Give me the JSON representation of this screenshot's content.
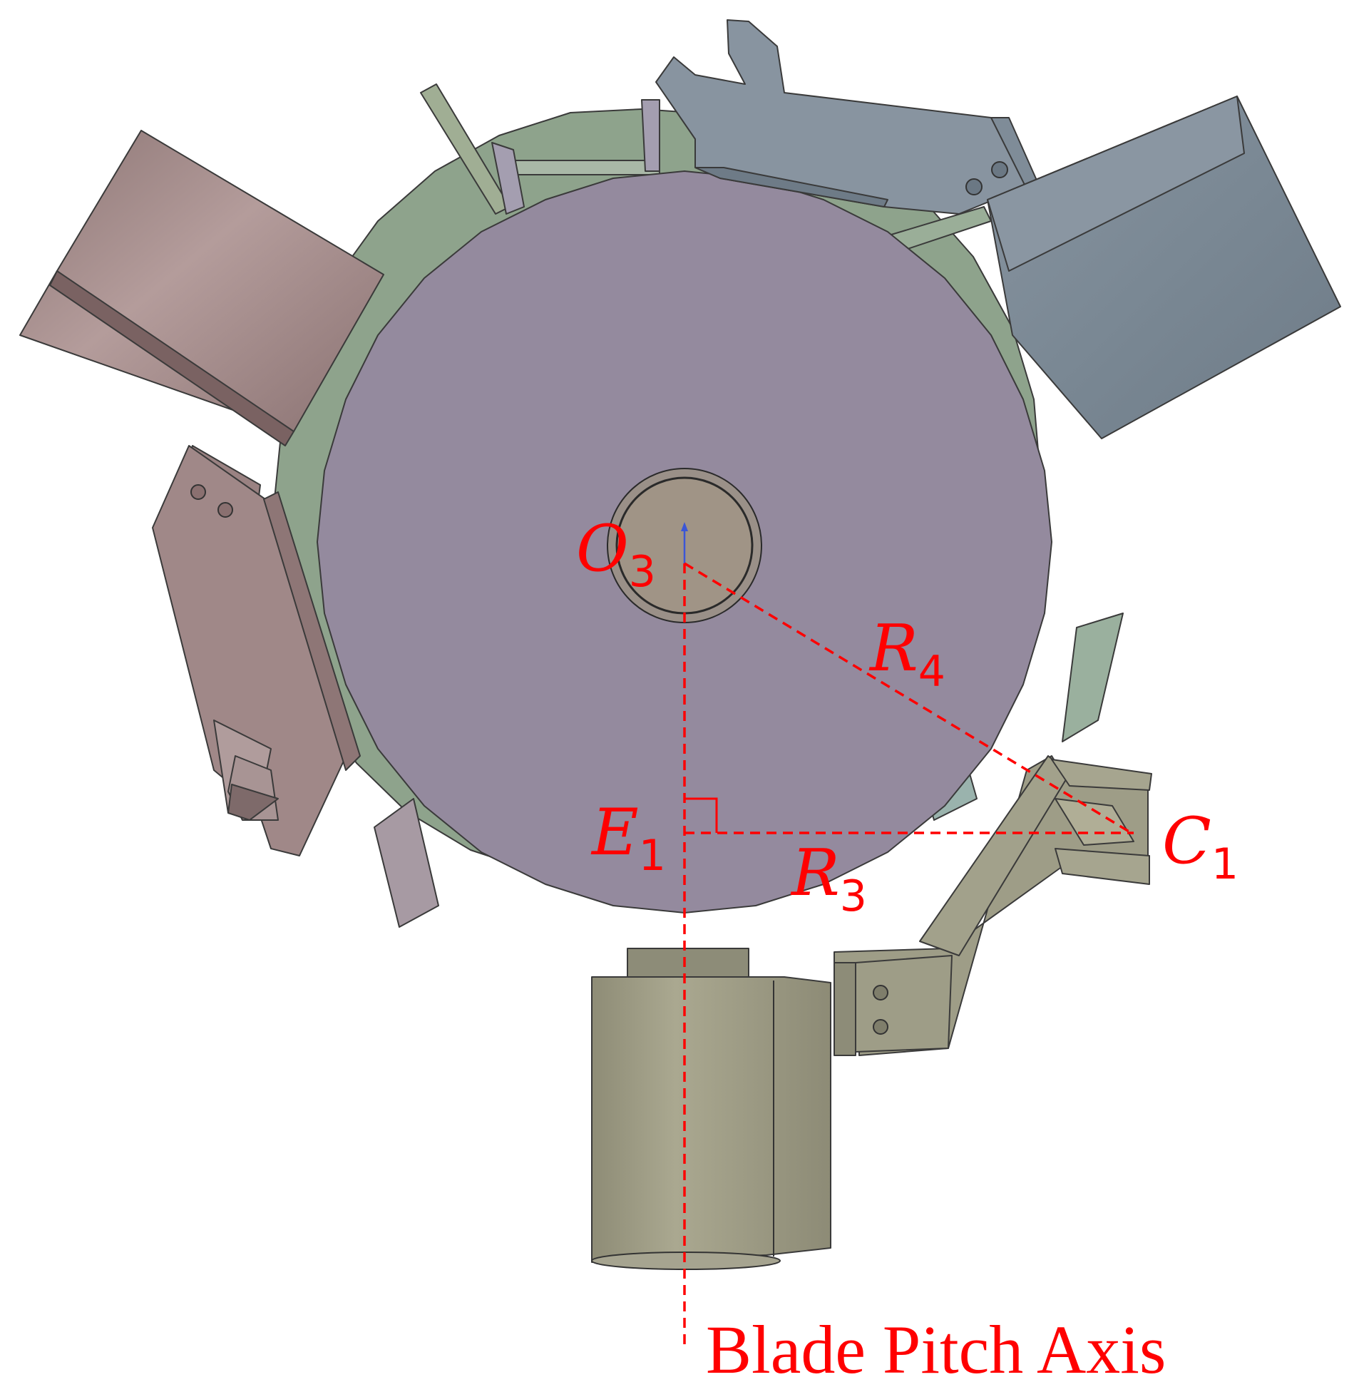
{
  "colors": {
    "annotation": "#ff0000",
    "hub_disc": "#948a9e",
    "outer_ring": "#8ea38c",
    "arm_pink": "#9e8788",
    "arm_blue": "#7f8d99",
    "arm_olive": "#9e9d87",
    "center_boss": "#9a9088"
  },
  "labels": {
    "center": {
      "main": "O",
      "sub": "3"
    },
    "radius_outer": {
      "main": "R",
      "sub": "4"
    },
    "foot": {
      "main": "E",
      "sub": "1"
    },
    "radius_perp": {
      "main": "R",
      "sub": "3"
    },
    "attach": {
      "main": "C",
      "sub": "1"
    },
    "axis": "Blade Pitch Axis"
  }
}
